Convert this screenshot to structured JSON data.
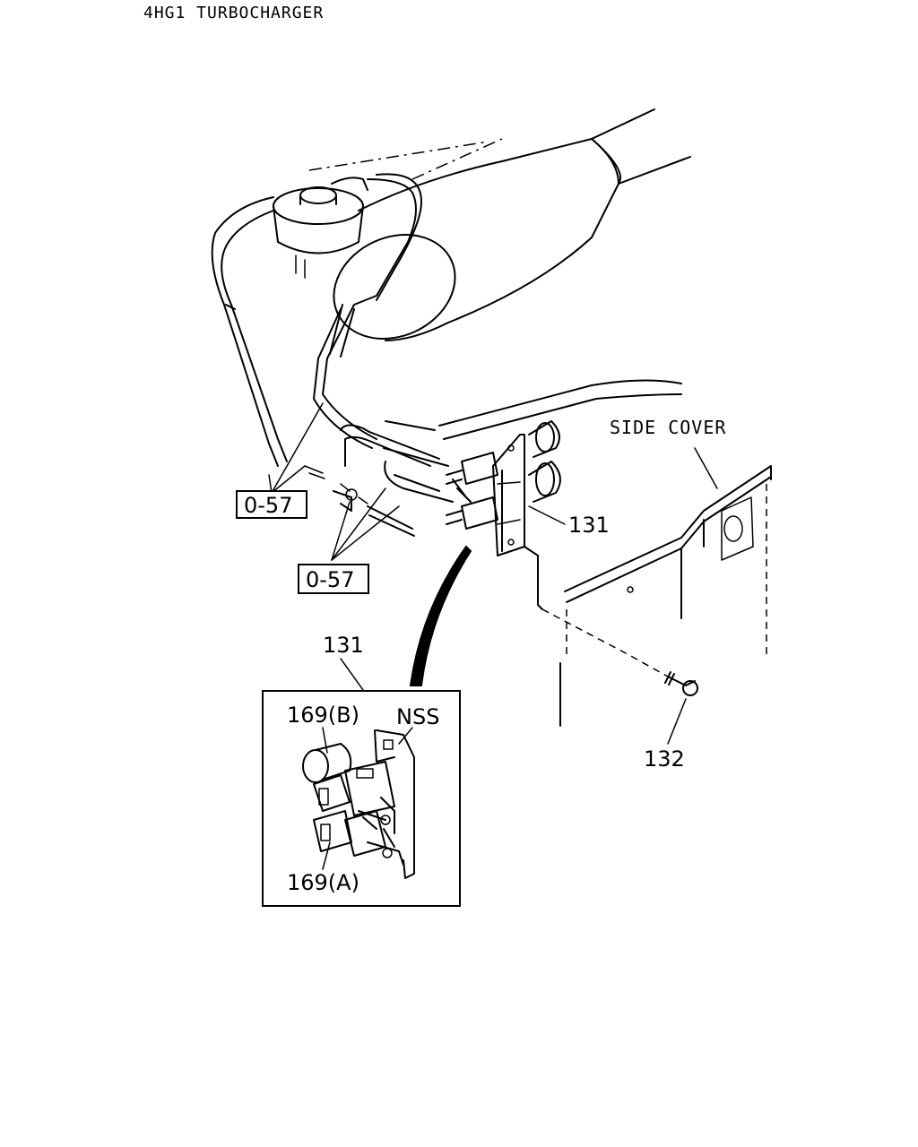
{
  "title": "4HG1 TURBOCHARGER",
  "labels": {
    "ref_upper": "0-57",
    "ref_lower": "0-57",
    "part_131": "131",
    "part_131_detail": "131",
    "part_132": "132",
    "side_cover": "SIDE COVER",
    "part_169b": "169(B)",
    "part_169a": "169(A)",
    "nss": "NSS"
  }
}
